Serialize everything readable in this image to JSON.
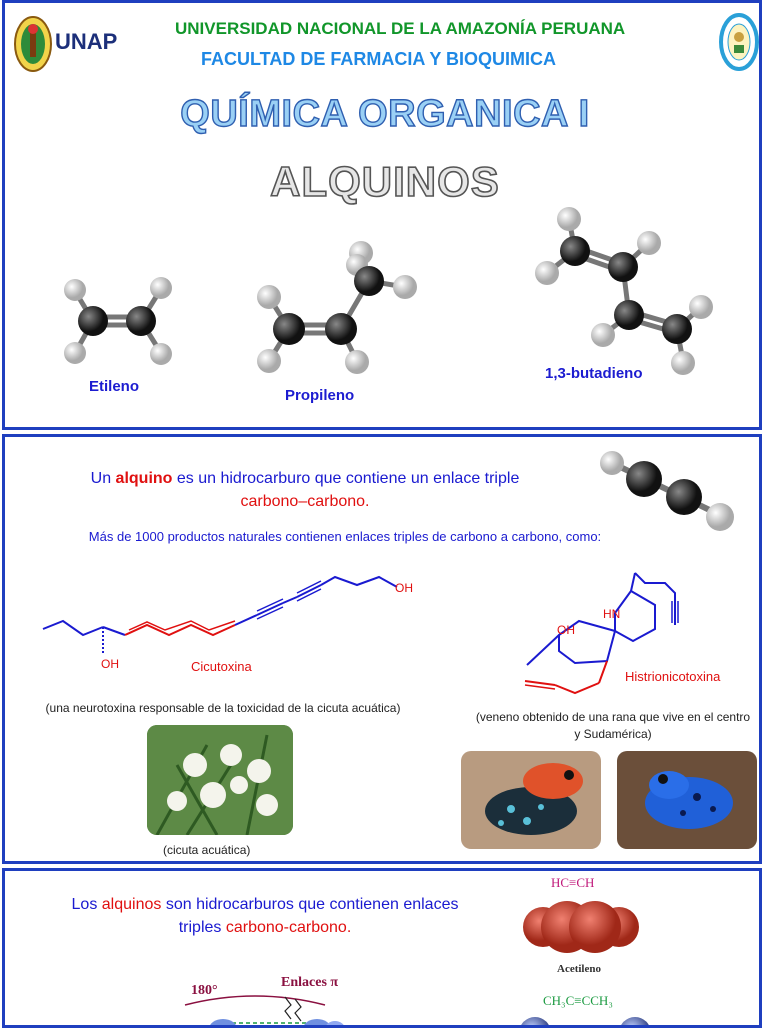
{
  "header": {
    "logo_left_text": "UNAP",
    "university": "UNIVERSIDAD NACIONAL DE LA AMAZONÍA PERUANA",
    "faculty": "FACULTAD DE FARMACIA Y BIOQUIMICA"
  },
  "slide1": {
    "title": "QUÍMICA ORGANICA I",
    "subtitle": "ALQUINOS",
    "molecules": [
      {
        "label": "Etileno"
      },
      {
        "label": "Propileno"
      },
      {
        "label": "1,3-butadieno"
      }
    ]
  },
  "slide2": {
    "definition": {
      "prefix": "Un ",
      "highlight": "alquino",
      "middle": " es un hidrocarburo que contiene un enlace triple",
      "line2": "carbono–carbono."
    },
    "intro": "Más de 1000 productos naturales contienen enlaces triples de carbono a carbono, como:",
    "cicutoxin": {
      "name": "Cicutoxina",
      "oh_top": "OH",
      "oh_bottom": "OH",
      "caption": "(una neurotoxina responsable de la toxicidad de la cicuta acuática)",
      "photo_caption": "(cicuta acuática)"
    },
    "histrionicotoxin": {
      "name": "Histrionicotoxina",
      "oh": "OH",
      "nh": "HN",
      "caption": "(veneno obtenido de una rana que vive en el centro y Sudamérica)"
    }
  },
  "slide3": {
    "definition": {
      "prefix": "Los ",
      "highlight1": "alquinos",
      "middle": " son hidrocarburos que contienen enlaces",
      "line2_prefix": "triples ",
      "highlight2": "carbono-carbono."
    },
    "formula1": "HC≡CH",
    "model1_label": "Acetileno",
    "formula2": "CH₃C≡CCH₃",
    "angle_label": "180°",
    "pi_label": "Enlaces π"
  },
  "colors": {
    "frame": "#1f3fbf",
    "university_green": "#11962a",
    "faculty_blue": "#1e88e5",
    "text_blue": "#1a1ad0",
    "highlight_red": "#e01010"
  }
}
